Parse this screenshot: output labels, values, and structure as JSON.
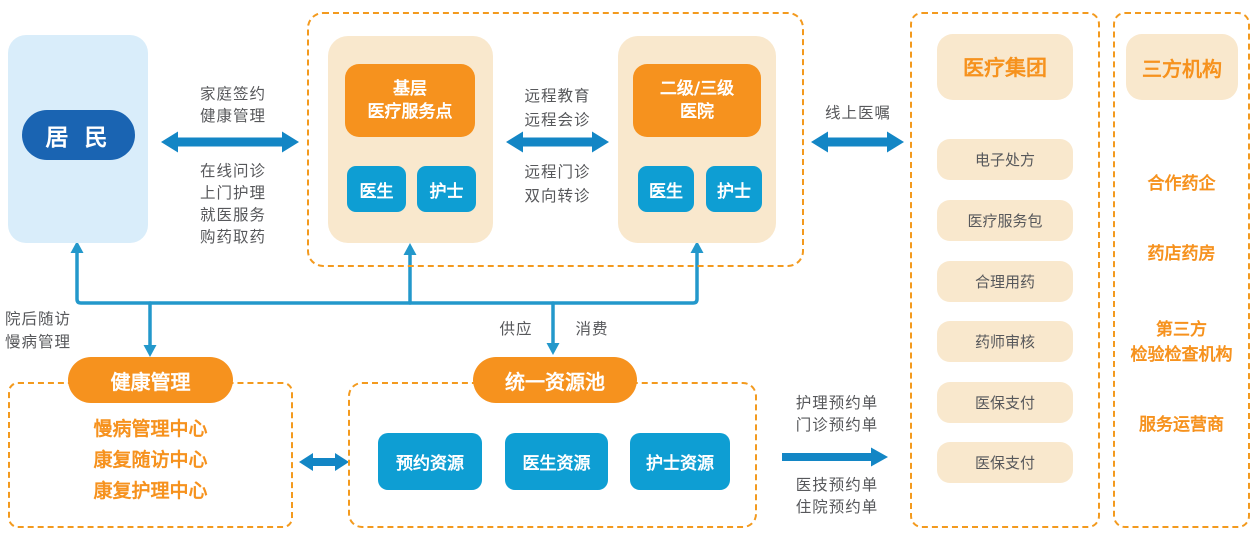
{
  "residents": {
    "label": "居 民"
  },
  "primary_site": {
    "title": "基层\n医疗服务点",
    "doctor": "医生",
    "nurse": "护士"
  },
  "hospital": {
    "title": "二级/三级\n医院",
    "doctor": "医生",
    "nurse": "护士"
  },
  "medical_group": {
    "title": "医疗集团",
    "items": [
      "电子处方",
      "医疗服务包",
      "合理用药",
      "药师审核",
      "医保支付",
      "医保支付"
    ]
  },
  "third_party": {
    "title": "三方机构",
    "items": [
      "合作药企",
      "药店药房",
      "第三方\n检验检查机构",
      "服务运营商"
    ]
  },
  "health_mgmt": {
    "title": "健康管理",
    "items_text": "慢病管理中心\n康复随访中心\n康复护理中心"
  },
  "resource_pool": {
    "title": "统一资源池",
    "items": [
      "预约资源",
      "医生资源",
      "护士资源"
    ]
  },
  "labels": {
    "family_sign": "家庭签约\n健康管理",
    "online_services": "在线问诊\n上门护理\n就医服务\n购药取药",
    "remote_edu": "远程教育\n远程会诊",
    "remote_clinic": "远程门诊\n双向转诊",
    "online_order": "线上医嘱",
    "post_hospital": "院后随访\n慢病管理",
    "supply": "供应",
    "consume": "消费",
    "orders_upper": "护理预约单\n门诊预约单",
    "orders_lower": "医技预约单\n住院预约单"
  },
  "colors": {
    "orange": "#F6921E",
    "cream": "#F9E8CD",
    "panel_border": "#F39A1E",
    "blue_box": "#0E9ED3",
    "dark_blue": "#1A64B2",
    "light_blue": "#D9EDFA",
    "arrow_blue": "#1386C5",
    "connector_blue": "#2398CB",
    "text_gray": "#57585B"
  }
}
